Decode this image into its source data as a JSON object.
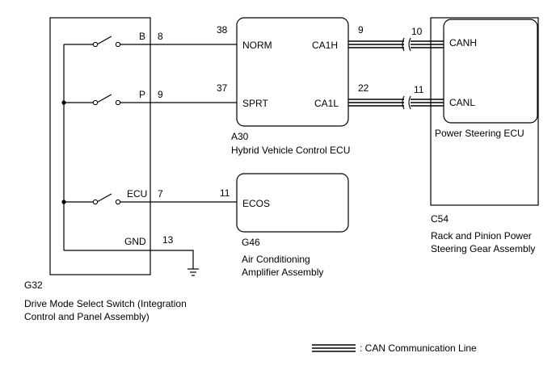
{
  "components": {
    "g32": {
      "code": "G32",
      "name_line1": "Drive Mode Select Switch (Integration",
      "name_line2": "Control and Panel Assembly)",
      "terminals": {
        "b": "B",
        "p": "P",
        "ecu": "ECU",
        "gnd": "GND"
      }
    },
    "a30": {
      "code": "A30",
      "name": "Hybrid Vehicle Control ECU",
      "terminals": {
        "norm": "NORM",
        "sprt": "SPRT",
        "ca1h": "CA1H",
        "ca1l": "CA1L"
      }
    },
    "g46": {
      "code": "G46",
      "name_line1": "Air Conditioning",
      "name_line2": "Amplifier Assembly",
      "terminals": {
        "ecos": "ECOS"
      }
    },
    "c54": {
      "code": "C54",
      "name_line1": "Rack and Pinion Power",
      "name_line2": "Steering Gear Assembly",
      "inner_name": "Power Steering ECU",
      "terminals": {
        "canh": "CANH",
        "canl": "CANL"
      }
    }
  },
  "pins": {
    "g32_b": "8",
    "g32_p": "9",
    "g32_ecu": "7",
    "g32_gnd": "13",
    "a30_norm": "38",
    "a30_sprt": "37",
    "a30_ca1h": "9",
    "a30_ca1l": "22",
    "g46_ecos": "11",
    "c54_canh": "10",
    "c54_canl": "11"
  },
  "legend": {
    "can_line": ": CAN Communication Line"
  }
}
